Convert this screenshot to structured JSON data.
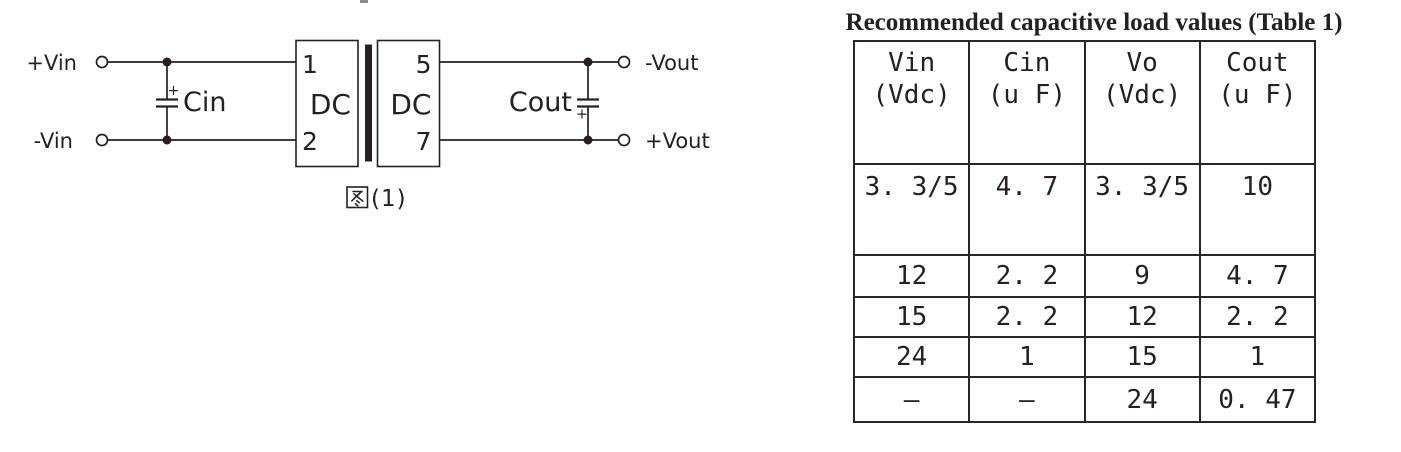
{
  "colors": {
    "ink": "#262020",
    "paper": "#ffffff"
  },
  "circuit": {
    "input_pos_label": "+Vin",
    "input_neg_label": "-Vin",
    "input_cap_label": "Cin",
    "input_cap_polarity": "+",
    "pin_top_left": "1",
    "pin_bottom_left": "2",
    "pin_top_right": "5",
    "pin_bottom_right": "7",
    "converter_primary_label": "DC",
    "converter_secondary_label": "DC",
    "output_cap_label": "Cout",
    "output_cap_polarity": "+",
    "output_neg_label": "-Vout",
    "output_pos_label": "+Vout",
    "caption_full": "图(1)",
    "caption_suffix": "(1)"
  },
  "table": {
    "title": "Recommended capacitive load values (Table 1)",
    "columns": [
      {
        "name": "Vin",
        "unit": "(Vdc)"
      },
      {
        "name": "Cin",
        "unit": "(u F)"
      },
      {
        "name": "Vo",
        "unit": "(Vdc)"
      },
      {
        "name": "Cout",
        "unit": "(u F)"
      }
    ],
    "rows": [
      [
        "3. 3/5",
        "4. 7",
        "3. 3/5",
        "10"
      ],
      [
        "12",
        "2. 2",
        "9",
        "4. 7"
      ],
      [
        "15",
        "2. 2",
        "12",
        "2. 2"
      ],
      [
        "24",
        "1",
        "15",
        "1"
      ],
      [
        "–",
        "–",
        "24",
        "0. 47"
      ]
    ]
  }
}
